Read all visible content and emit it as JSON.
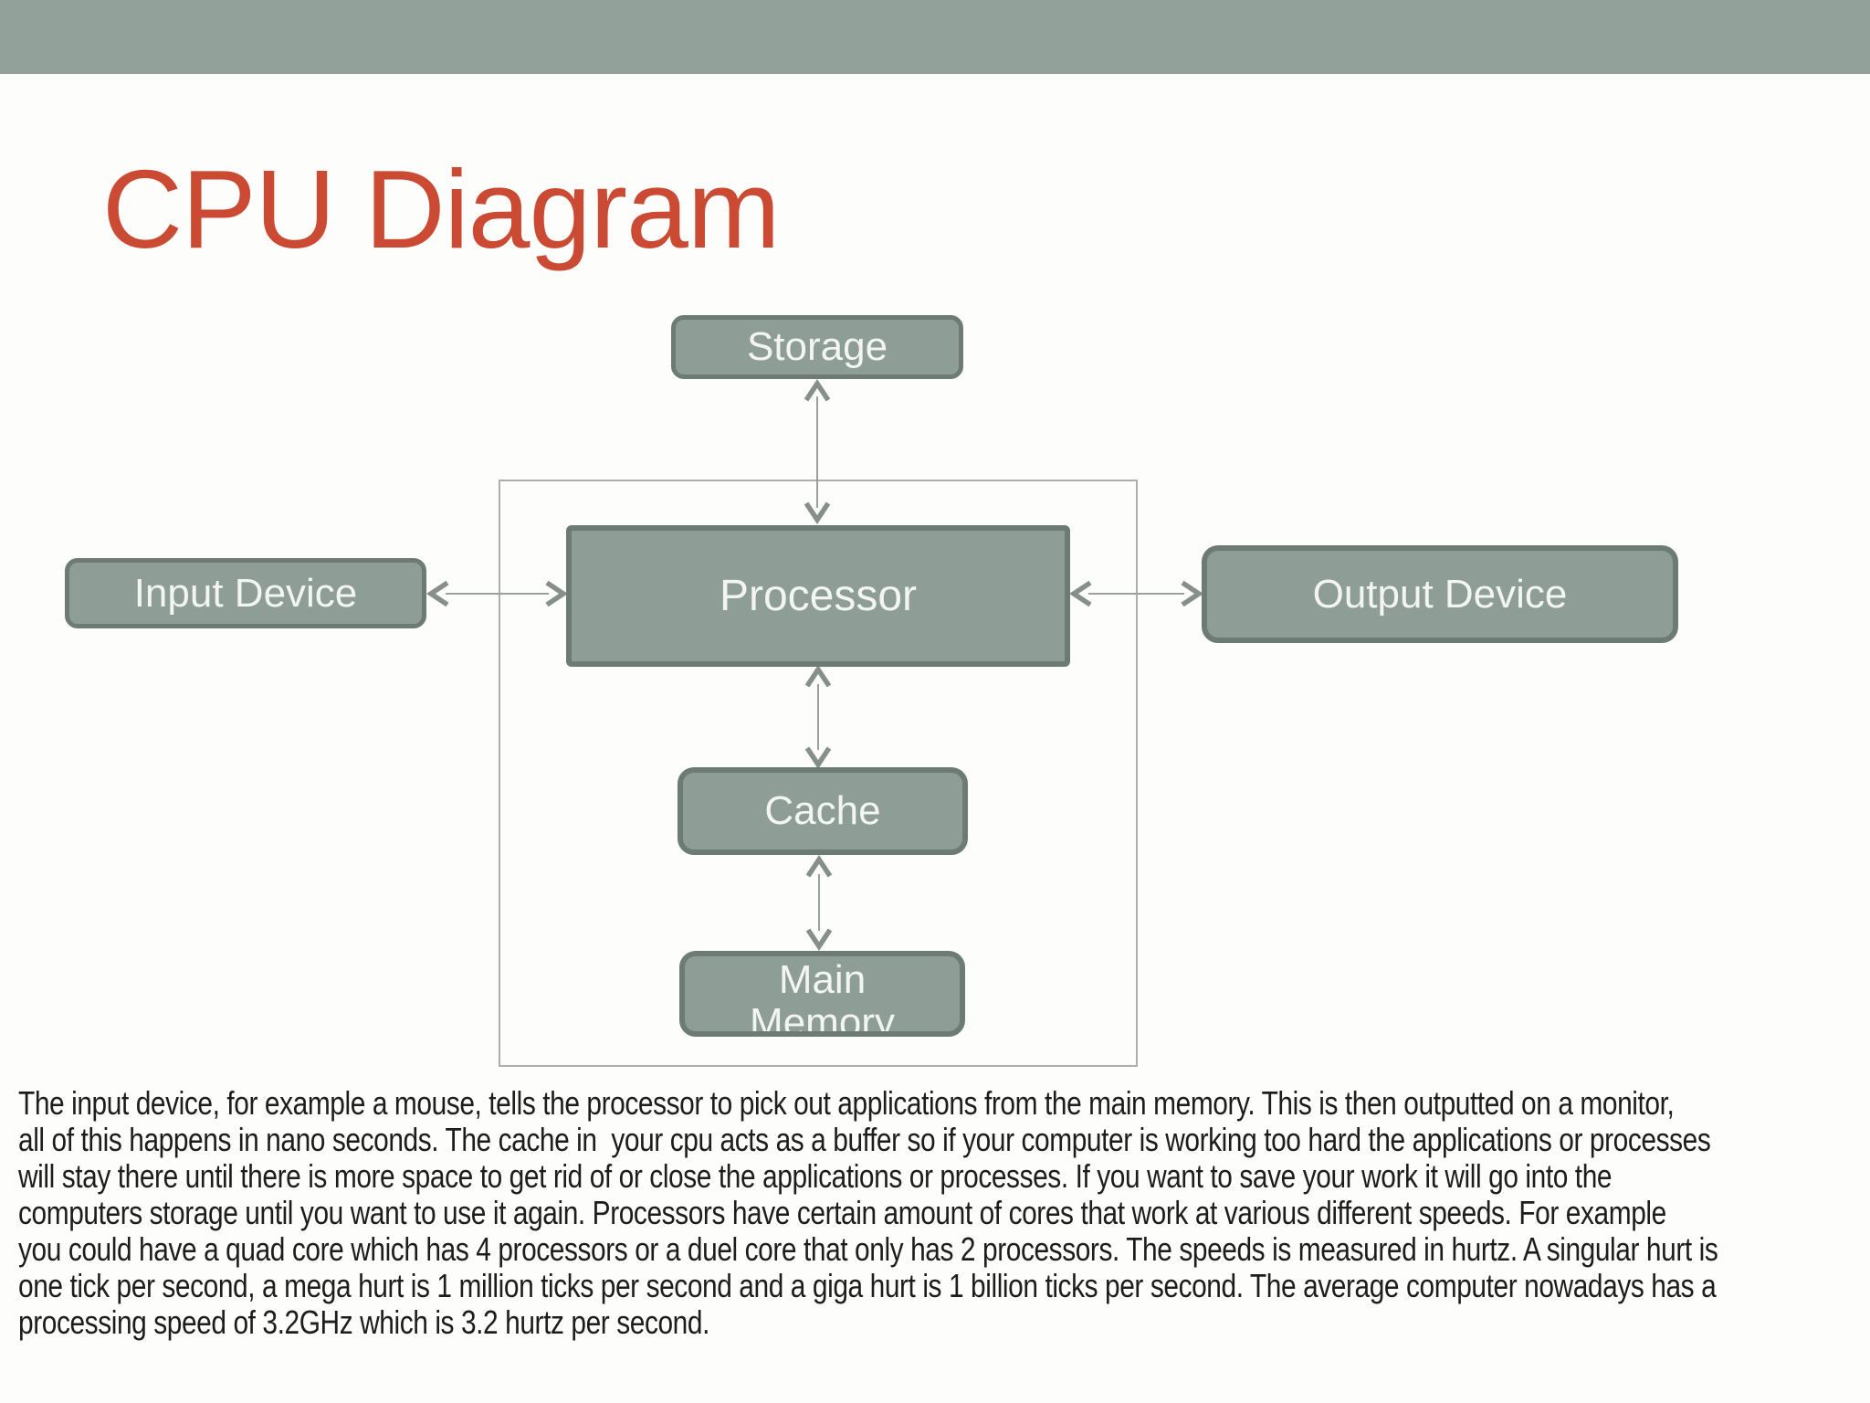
{
  "slide": {
    "title": "CPU Diagram"
  },
  "diagram": {
    "nodes": {
      "storage": {
        "label": "Storage"
      },
      "input": {
        "label": "Input Device"
      },
      "processor": {
        "label": "Processor"
      },
      "output": {
        "label": "Output Device"
      },
      "cache": {
        "label": "Cache"
      },
      "main_memory": {
        "label": "Main Memory",
        "lines": [
          "Main",
          "Memory"
        ]
      }
    },
    "connections": [
      {
        "from": "Storage",
        "to": "Processor",
        "style": "double-arrow"
      },
      {
        "from": "Input Device",
        "to": "Processor",
        "style": "double-arrow"
      },
      {
        "from": "Processor",
        "to": "Output Device",
        "style": "double-arrow"
      },
      {
        "from": "Processor",
        "to": "Cache",
        "style": "double-arrow"
      },
      {
        "from": "Cache",
        "to": "Main Memory",
        "style": "double-arrow"
      }
    ]
  },
  "colors": {
    "top_bar": "#92a29a",
    "title": "#cb4a33",
    "node_fill": "#8e9e96",
    "node_border": "#6c7c75",
    "node_text": "#f2f5f2",
    "boundary_border": "#aeaeae",
    "arrow": "#868f8a",
    "body_text": "#1d1d1b"
  },
  "paragraph": {
    "lines": [
      "The input device, for example a mouse, tells the processor to pick out applications from the main memory. This is then outputted on a monitor,",
      "all of this happens in nano seconds. The cache in  your cpu acts as a buffer so if your computer is working too hard the applications or processes",
      "will stay there until there is more space to get rid of or close the applications or processes. If you want to save your work it will go into the",
      "computers storage until you want to use it again. Processors have certain amount of cores that work at various different speeds. For example",
      "you could have a quad core which has 4 processors or a duel core that only has 2 processors. The speeds is measured in hurtz. A singular hurt is",
      "one tick per second, a mega hurt is 1 million ticks per second and a giga hurt is 1 billion ticks per second. The average computer nowadays has a",
      "processing speed of 3.2GHz which is 3.2 hurtz per second."
    ]
  }
}
